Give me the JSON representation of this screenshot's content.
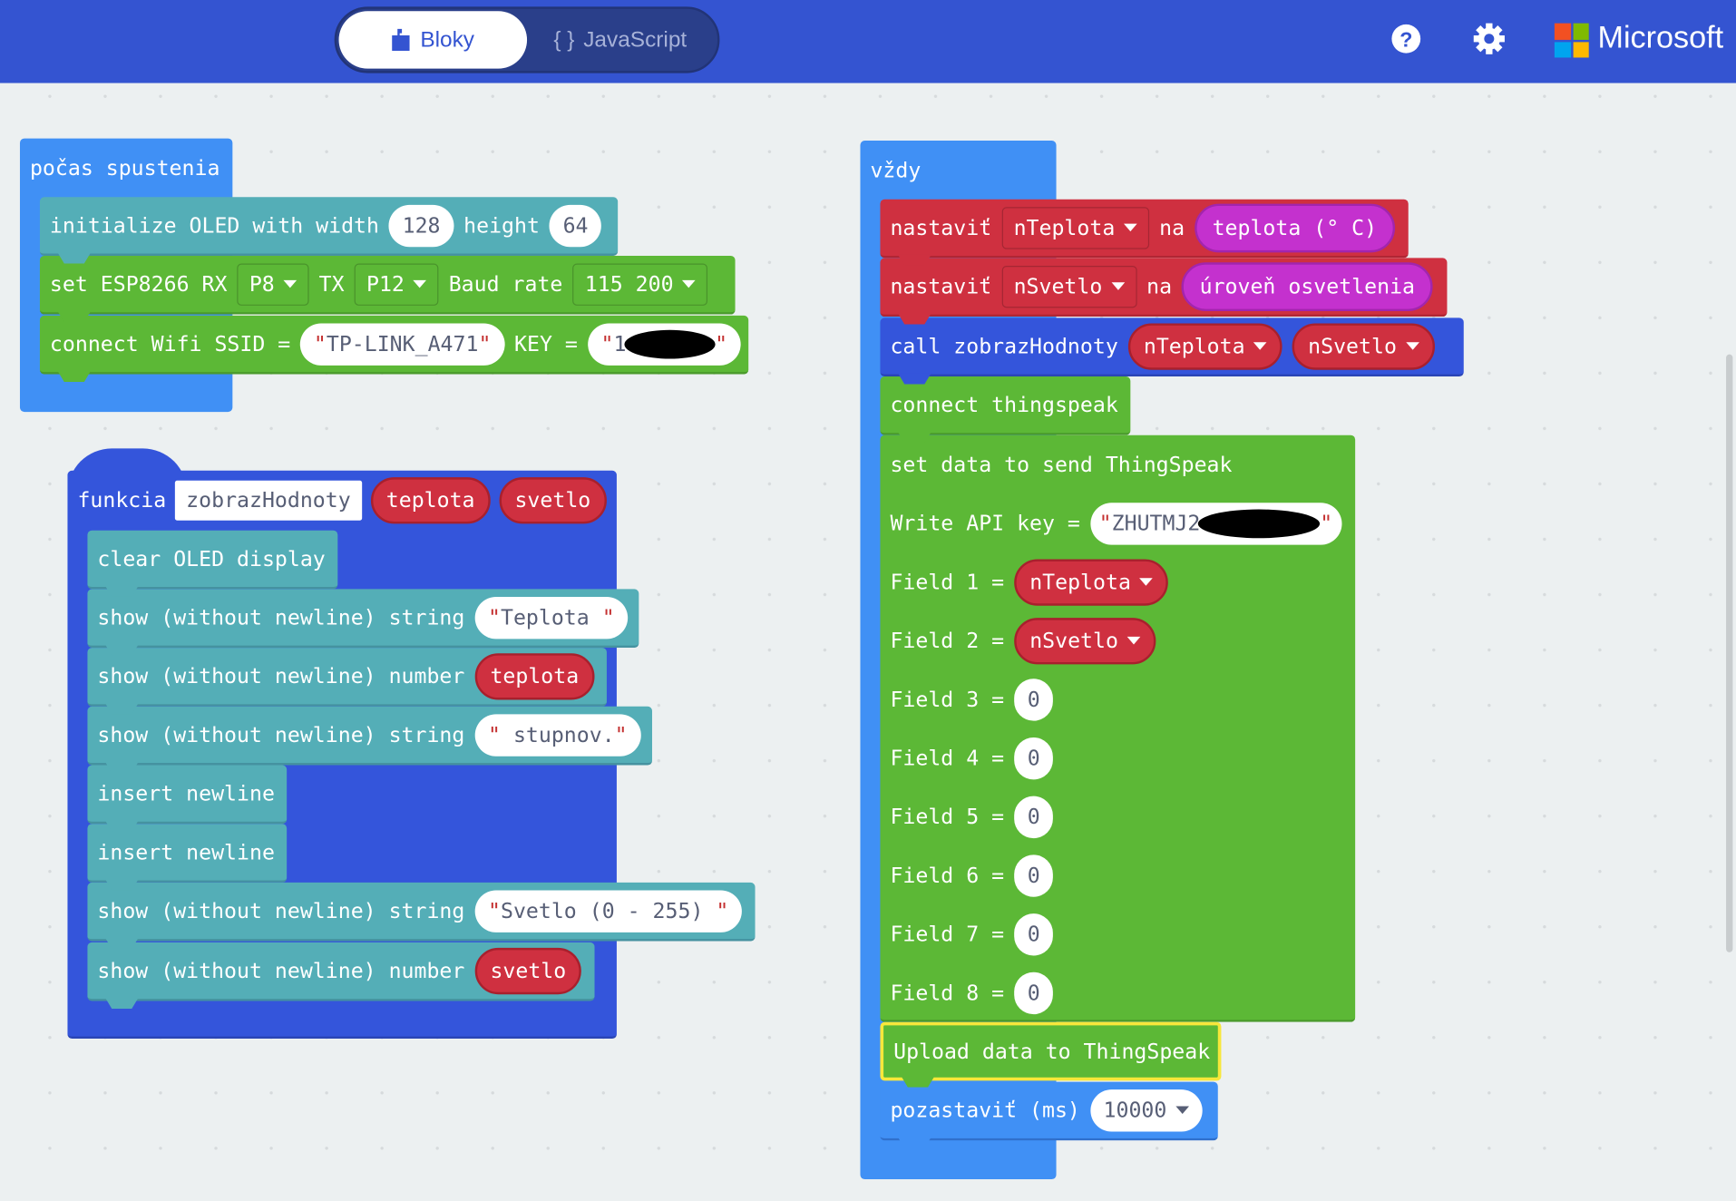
{
  "header": {
    "tabs": {
      "blocks": "Bloky",
      "javascript": "JavaScript",
      "js_icon": "{ }"
    },
    "brand": "Microsoft",
    "help_icon": "?",
    "colors": {
      "header": "#3454d1"
    }
  },
  "on_start": {
    "label": "počas spustenia",
    "oled_init": {
      "text1": "initialize OLED with width",
      "width": "128",
      "text2": "height",
      "height": "64"
    },
    "esp": {
      "text1": "set ESP8266 RX",
      "rx": "P8",
      "text2": "TX",
      "tx": "P12",
      "text3": "Baud rate",
      "baud": "115 200"
    },
    "wifi": {
      "text1": "connect Wifi SSID =",
      "ssid": "TP-LINK_A471",
      "text2": "KEY =",
      "key_visible": "1"
    }
  },
  "function": {
    "label": "funkcia",
    "name": "zobrazHodnoty",
    "params": [
      "teplota",
      "svetlo"
    ],
    "body": {
      "clear": "clear OLED display",
      "show_string": "show (without newline) string",
      "show_number": "show (without newline) number",
      "s1": "Teplota ",
      "n1": "teplota",
      "s2": " stupnov.",
      "newline": "insert newline",
      "s3": "Svetlo (0 - 255) ",
      "n2": "svetlo"
    }
  },
  "forever": {
    "label": "vždy",
    "set1": {
      "text": "nastaviť",
      "var": "nTeplota",
      "na": "na",
      "value": "teplota (° C)"
    },
    "set2": {
      "text": "nastaviť",
      "var": "nSvetlo",
      "na": "na",
      "value": "úroveň osvetlenia"
    },
    "call": {
      "text": "call zobrazHodnoty",
      "arg1": "nTeplota",
      "arg2": "nSvetlo"
    },
    "connect": "connect thingspeak",
    "data": {
      "title": "set data to send ThingSpeak",
      "api_label": "Write API key =",
      "api_visible": "ZHUTMJ2",
      "fields": [
        {
          "label": "Field 1 =",
          "value": "nTeplota"
        },
        {
          "label": "Field 2 =",
          "value": "nSvetlo"
        },
        {
          "label": "Field 3 =",
          "value": "0"
        },
        {
          "label": "Field 4 =",
          "value": "0"
        },
        {
          "label": "Field 5 =",
          "value": "0"
        },
        {
          "label": "Field 6 =",
          "value": "0"
        },
        {
          "label": "Field 7 =",
          "value": "0"
        },
        {
          "label": "Field 8 =",
          "value": "0"
        }
      ]
    },
    "upload": "Upload data to ThingSpeak",
    "pause": {
      "text": "pozastaviť (ms)",
      "value": "10000"
    }
  }
}
